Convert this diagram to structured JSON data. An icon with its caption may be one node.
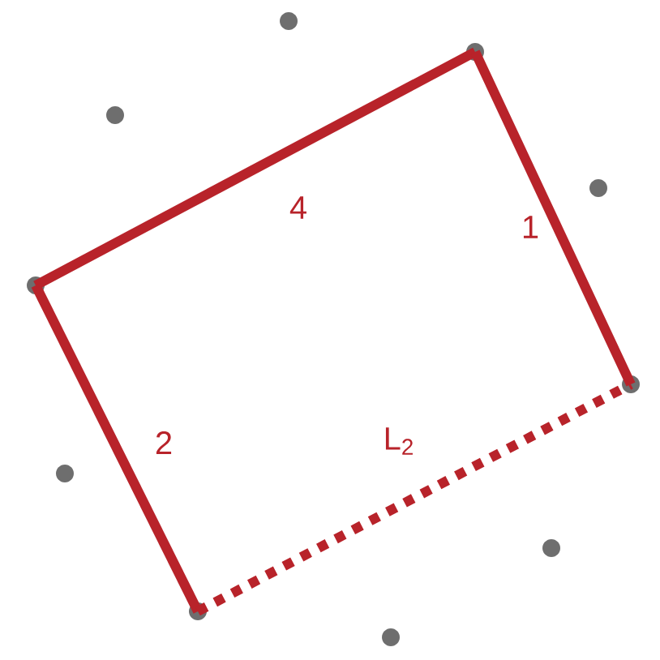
{
  "diagram": {
    "nodes": [
      {
        "text": [],
        "shape": "circle"
      },
      {
        "text": [],
        "shape": "circle"
      },
      {
        "text": [],
        "shape": "circle"
      },
      {
        "text": [],
        "shape": "circle"
      },
      {
        "text": [],
        "shape": "circle"
      },
      {
        "text": [],
        "shape": "circle"
      },
      {
        "text": [],
        "shape": "circle"
      },
      {
        "text": [],
        "shape": "circle"
      },
      {
        "text": [],
        "shape": "circle"
      },
      {
        "text": [],
        "shape": "circle"
      }
    ],
    "edges": [
      {
        "from": 0,
        "to": 6,
        "arrow": "none",
        "label": "4"
      },
      {
        "from": 6,
        "to": 9,
        "arrow": "none",
        "label": "1"
      },
      {
        "from": 0,
        "to": 3,
        "arrow": "none",
        "label": "2"
      },
      {
        "from": 3,
        "to": 9,
        "arrow": "none",
        "label": "L$_{2}$",
        "style": "dashed"
      }
    ]
  }
}
